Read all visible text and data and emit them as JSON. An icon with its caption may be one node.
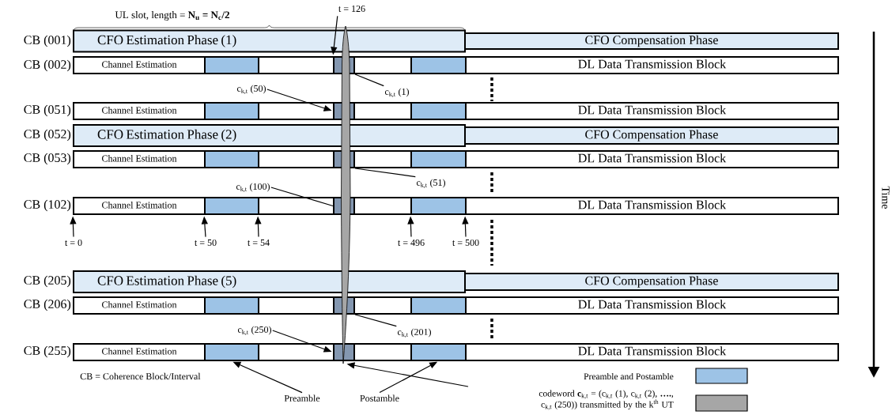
{
  "diagram": {
    "nodes": [
      {
        "text": [
          "t = 126"
        ]
      },
      {
        "text": [
          "CFO Estimation Phase (1)"
        ]
      },
      {
        "text": [
          "CFO Compensation Phase"
        ]
      },
      {
        "text": [
          "Channel Estimation"
        ]
      },
      {
        "text": [],
        "shape": "box"
      },
      {
        "text": [],
        "shape": "box"
      },
      {
        "text": [],
        "shape": "box"
      },
      {
        "text": [],
        "shape": "box"
      },
      {
        "text": [],
        "shape": "box"
      },
      {
        "text": [
          "DL Data Transmission Block"
        ]
      },
      {
        "text": [
          "c$_{k,t}$ (50)"
        ]
      },
      {
        "text": [
          "c$_{k,t}$ (1)"
        ]
      },
      {
        "text": [
          "Channel Estimation"
        ]
      },
      {
        "text": [],
        "shape": "box"
      },
      {
        "text": [],
        "shape": "box"
      },
      {
        "text": [],
        "shape": "box"
      },
      {
        "text": [],
        "shape": "box"
      },
      {
        "text": [],
        "shape": "box"
      },
      {
        "text": [
          "DL Data Transmission Block"
        ]
      },
      {
        "text": [
          "CFO Estimation Phase (2)"
        ]
      },
      {
        "text": [
          "CFO Compensation Phase"
        ]
      },
      {
        "text": [
          "Channel Estimation"
        ]
      },
      {
        "text": [],
        "shape": "box"
      },
      {
        "text": [],
        "shape": "box"
      },
      {
        "text": [],
        "shape": "box"
      },
      {
        "text": [],
        "shape": "box"
      },
      {
        "text": [],
        "shape": "box"
      },
      {
        "text": [
          "DL Data Transmission Block"
        ]
      },
      {
        "text": [
          "c$_{k,t}$ (51)"
        ]
      },
      {
        "text": [
          "c$_{k,t}$ (100)"
        ]
      },
      {
        "text": [
          "Channel Estimation"
        ]
      },
      {
        "text": [],
        "shape": "box"
      },
      {
        "text": [],
        "shape": "box"
      },
      {
        "text": [],
        "shape": "box"
      },
      {
        "text": [],
        "shape": "box"
      },
      {
        "text": [],
        "shape": "box"
      },
      {
        "text": [
          "DL Data Transmission Block"
        ]
      },
      {
        "text": [
          "t = 0"
        ]
      },
      {
        "text": [
          "t = 50"
        ]
      },
      {
        "text": [
          "t = 54"
        ]
      },
      {
        "text": [
          "t = 496"
        ]
      },
      {
        "text": [
          "t = 500"
        ]
      },
      {
        "text": [
          "CFO Estimation Phase (5)"
        ]
      },
      {
        "text": [
          "CFO Compensation Phase"
        ]
      },
      {
        "text": [
          "Channel Estimation"
        ]
      },
      {
        "text": [],
        "shape": "box"
      },
      {
        "text": [],
        "shape": "box"
      },
      {
        "text": [],
        "shape": "box"
      },
      {
        "text": [],
        "shape": "box"
      },
      {
        "text": [],
        "shape": "box"
      },
      {
        "text": [
          "DL Data Transmission Block"
        ]
      },
      {
        "text": [
          "c$_{k,t}$ (250)"
        ]
      },
      {
        "text": [
          "c$_{k,t}$ (201)"
        ]
      },
      {
        "text": [
          "Channel Estimation"
        ]
      },
      {
        "text": [],
        "shape": "box"
      },
      {
        "text": [],
        "shape": "box"
      },
      {
        "text": [],
        "shape": "box"
      },
      {
        "text": [],
        "shape": "box"
      },
      {
        "text": [],
        "shape": "box"
      },
      {
        "text": [
          "DL Data Transmission Block"
        ]
      },
      {
        "text": [
          "Preamble"
        ]
      },
      {
        "text": [
          "Postamble"
        ]
      },
      {
        "text": [],
        "shape": "ellipse"
      }
    ],
    "edges": [
      {
        "from": 0,
        "to": 6,
        "arrow": "to"
      },
      {
        "from": 10,
        "to": 15,
        "arrow": "to"
      },
      {
        "from": 11,
        "to": 6,
        "arrow": "none"
      },
      {
        "from": 28,
        "to": 24,
        "arrow": "none"
      },
      {
        "from": 29,
        "to": 33,
        "arrow": "none"
      },
      {
        "from": 37,
        "to": 30,
        "arrow": "to"
      },
      {
        "from": 38,
        "to": 31,
        "arrow": "to"
      },
      {
        "from": 39,
        "to": 32,
        "arrow": "to"
      },
      {
        "from": 40,
        "to": 35,
        "arrow": "to"
      },
      {
        "from": 41,
        "to": 36,
        "arrow": "to"
      },
      {
        "from": 51,
        "to": 56,
        "arrow": "to"
      },
      {
        "from": 52,
        "to": 47,
        "arrow": "none"
      },
      {
        "from": 60,
        "to": 54,
        "arrow": "to"
      },
      {
        "from": 61,
        "to": 58,
        "arrow": "to"
      },
      {
        "from": null,
        "to": 62,
        "arrow": "to"
      }
    ],
    "labels": [
      "UL slot, length = **N$_{u}$ = N$_{c}$/2**",
      "CB (001)",
      "CB (002)",
      "CB (051)",
      "CB (052)",
      "CB (053)",
      "CB (102)",
      "Time",
      "CB (205)",
      "CB (206)",
      "CB (255)",
      "CB = Coherence Block/Interval"
    ],
    "legend": [
      {
        "text": "Preamble and Postamble",
        "color": "#9dc3e6"
      },
      {
        "text": "codeword **c**$_{k,t}$ = (c$_{k,t}$ (1), c$_{k,t}$ (2), **….**, c$_{k,t}$ (250)) transmitted by the k$^{th}$ UT",
        "color": "#a6a6a6"
      }
    ]
  }
}
